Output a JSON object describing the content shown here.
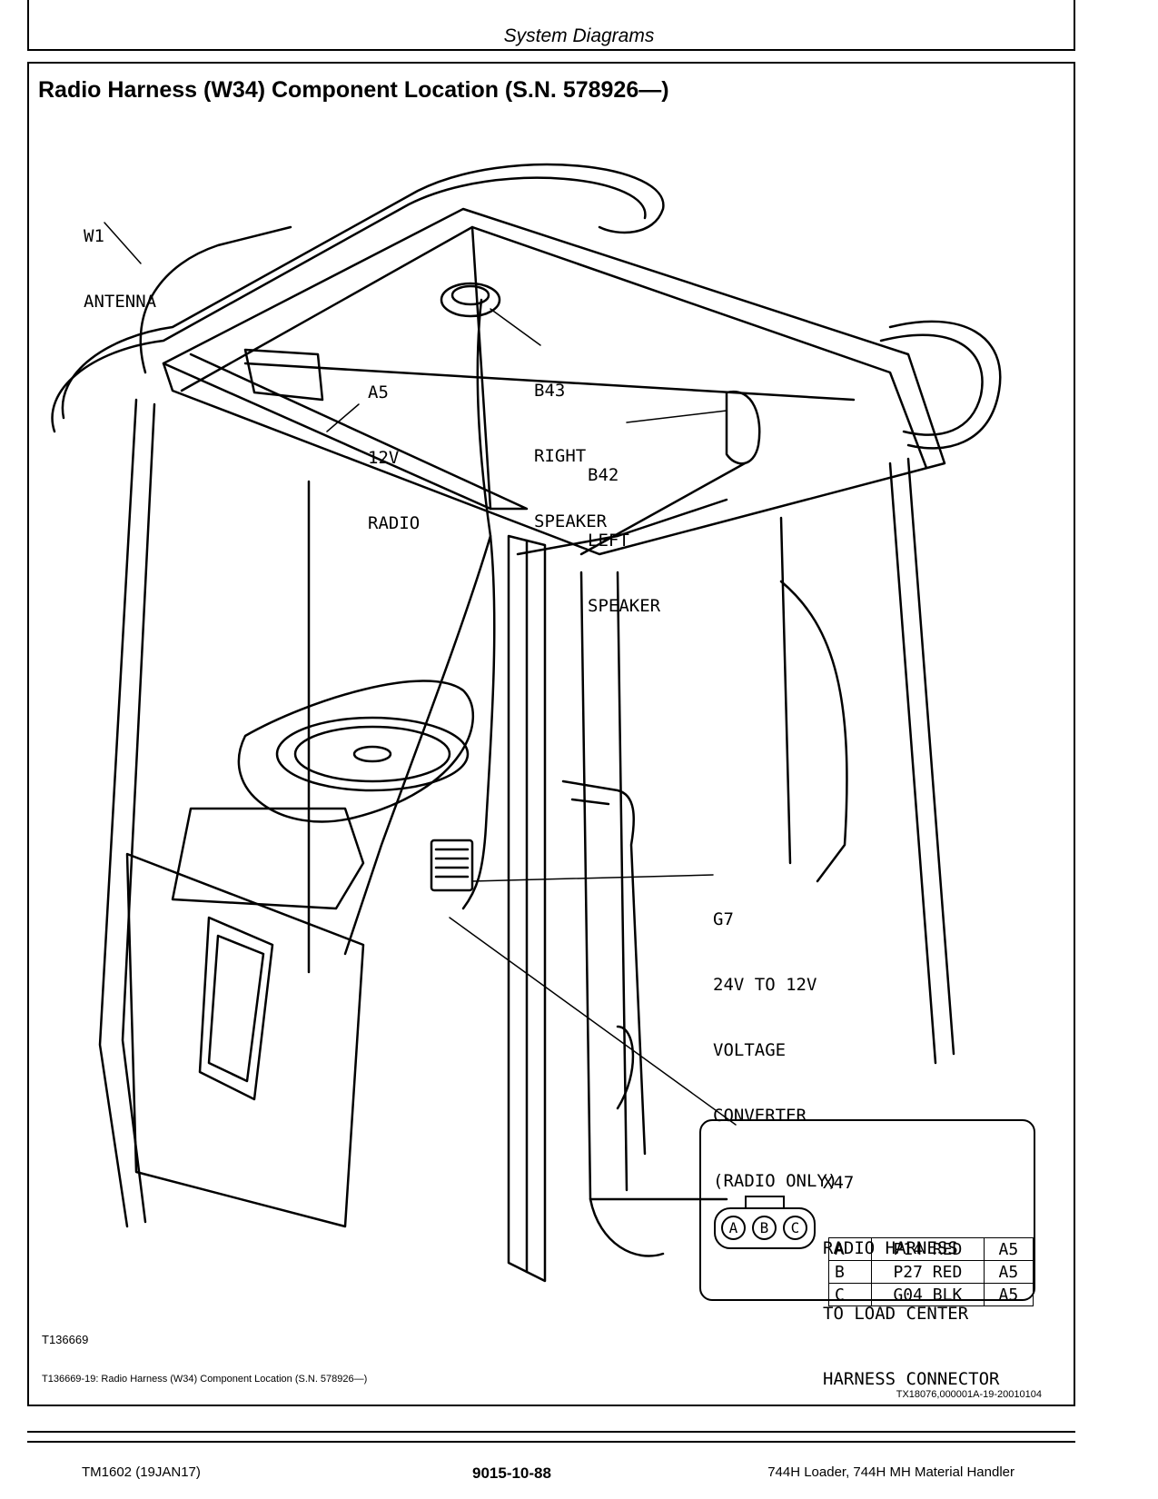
{
  "header": {
    "section": "System Diagrams"
  },
  "figure": {
    "title": "Radio Harness (W34) Component Location (S.N. 578926—)",
    "id": "T136669",
    "caption": "T136669-19: Radio Harness (W34) Component Location (S.N. 578926—)",
    "reference": "TX18076,000001A-19-20010104"
  },
  "callouts": {
    "w1": {
      "code": "W1",
      "name": "ANTENNA"
    },
    "a5": {
      "code": "A5",
      "line1": "12V",
      "line2": "RADIO"
    },
    "b43": {
      "code": "B43",
      "line1": "RIGHT",
      "line2": "SPEAKER"
    },
    "b42": {
      "code": "B42",
      "line1": "LEFT",
      "line2": "SPEAKER"
    },
    "g7": {
      "code": "G7",
      "line1": "24V TO 12V",
      "line2": "VOLTAGE",
      "line3": "CONVERTER",
      "line4": "(RADIO ONLY)"
    }
  },
  "connector": {
    "code": "X47",
    "line1": "RADIO HARNESS",
    "line2": "TO LOAD CENTER",
    "line3": "HARNESS CONNECTOR",
    "pins": [
      "A",
      "B",
      "C"
    ],
    "rows": [
      {
        "pin": "A",
        "wire": "P14 RED",
        "dest": "A5"
      },
      {
        "pin": "B",
        "wire": "P27 RED",
        "dest": "A5"
      },
      {
        "pin": "C",
        "wire": "G04 BLK",
        "dest": "A5"
      }
    ]
  },
  "footer": {
    "manual": "TM1602 (19JAN17)",
    "page": "9015-10-88",
    "machine": "744H Loader, 744H MH Material Handler"
  }
}
